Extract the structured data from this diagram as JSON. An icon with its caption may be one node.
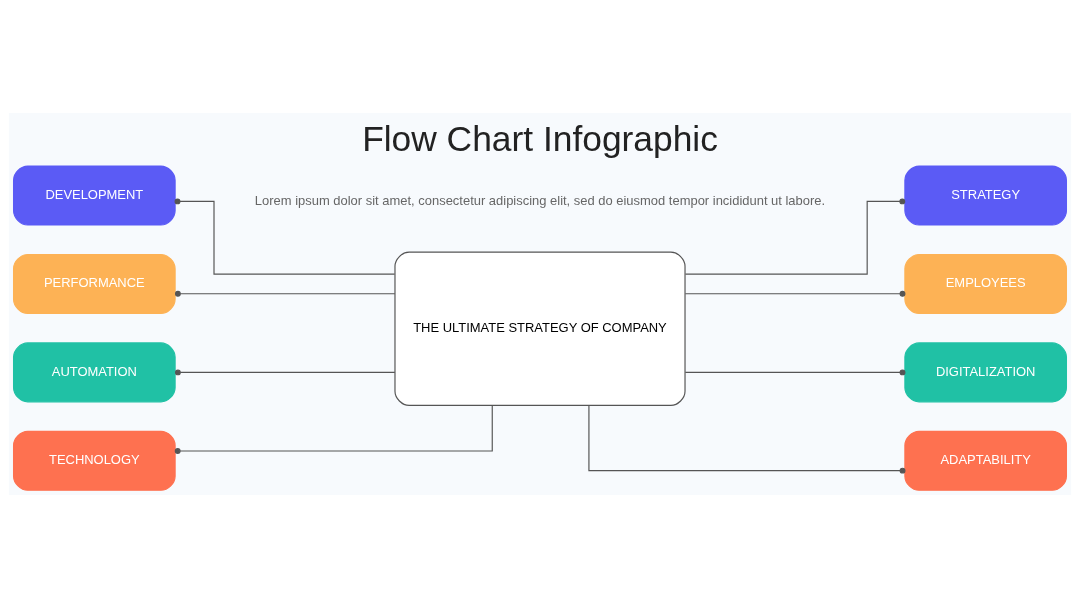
{
  "diagram": {
    "title": "Flow Chart Infographic",
    "caption": "Lorem ipsum dolor sit amet, consectetur adipiscing elit, sed do eiusmod tempor incididunt ut labore.",
    "nodes": [
      {
        "text": [
          "DEVELOPMENT"
        ]
      },
      {
        "text": [
          "PERFORMANCE"
        ]
      },
      {
        "text": [
          "AUTOMATION"
        ]
      },
      {
        "text": [
          "TECHNOLOGY"
        ]
      },
      {
        "text": [
          "THE ULTIMATE STRATEGY OF COMPANY"
        ]
      },
      {
        "text": [
          "STRATEGY"
        ]
      },
      {
        "text": [
          "EMPLOYEES"
        ]
      },
      {
        "text": [
          "DIGITALIZATION"
        ]
      },
      {
        "text": [
          "ADAPTABILITY"
        ]
      }
    ],
    "edges": [
      {
        "from": 0,
        "to": 4,
        "arrow": "other"
      },
      {
        "from": 1,
        "to": 4,
        "arrow": "other"
      },
      {
        "from": 2,
        "to": 4,
        "arrow": "other"
      },
      {
        "from": 3,
        "to": 4,
        "arrow": "other"
      },
      {
        "from": 4,
        "to": 5,
        "arrow": "other"
      },
      {
        "from": 4,
        "to": 6,
        "arrow": "other"
      },
      {
        "from": 4,
        "to": 7,
        "arrow": "other"
      },
      {
        "from": 4,
        "to": 8,
        "arrow": "other"
      }
    ]
  }
}
